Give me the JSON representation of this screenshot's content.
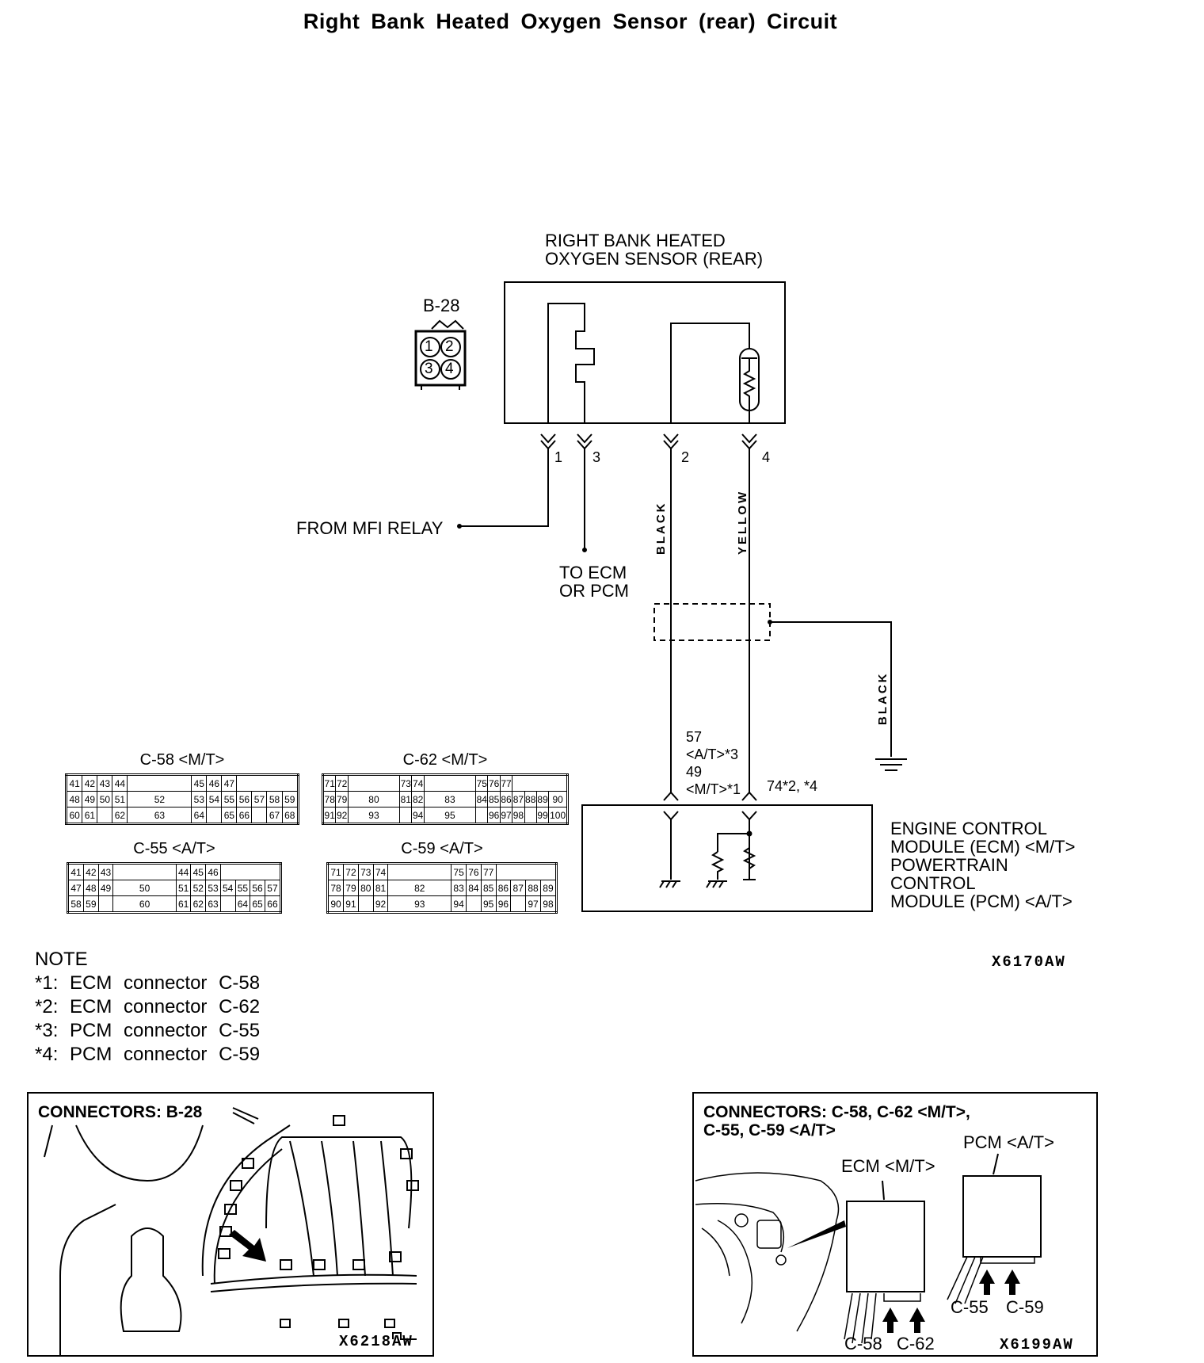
{
  "title": "Right Bank Heated Oxygen Sensor (rear) Circuit",
  "sensor": {
    "label_line1": "RIGHT BANK HEATED",
    "label_line2": "OXYGEN SENSOR (REAR)"
  },
  "b28": {
    "label": "B-28",
    "pins": [
      "1",
      "2",
      "3",
      "4"
    ]
  },
  "terminals": {
    "t1": "1",
    "t3": "3",
    "t2": "2",
    "t4": "4"
  },
  "wires": {
    "black": "BLACK",
    "yellow": "YELLOW",
    "ground_black": "BLACK"
  },
  "from_mfi": "FROM MFI RELAY",
  "to_ecm_line1": "TO ECM",
  "to_ecm_line2": "OR PCM",
  "ecm_pins": {
    "p57": "57",
    "p57_sub": "<A/T>*3",
    "p49": "49",
    "p49_sub": "<M/T>*1",
    "p74": "74*2, *4"
  },
  "ecm_label": [
    "ENGINE CONTROL",
    "MODULE (ECM) <M/T>",
    "POWERTRAIN",
    "CONTROL",
    "MODULE (PCM) <A/T>"
  ],
  "diagram_code": "X6170AW",
  "connectors": {
    "c58": {
      "label": "C-58 <M/T>",
      "rows": [
        [
          "41",
          "42",
          "43",
          "44",
          "",
          "45",
          "46",
          "47"
        ],
        [
          "48",
          "49",
          "50",
          "51",
          "52",
          "53",
          "54",
          "55",
          "56",
          "57",
          "58",
          "59"
        ],
        [
          "60",
          "61",
          "",
          "62",
          "63",
          "64",
          "",
          "65",
          "66",
          "",
          "67",
          "68"
        ]
      ]
    },
    "c62": {
      "label": "C-62 <M/T>",
      "rows": [
        [
          "71",
          "72",
          "",
          "73",
          "74",
          "",
          "75",
          "76",
          "77"
        ],
        [
          "78",
          "79",
          "80",
          "81",
          "82",
          "83",
          "84",
          "85",
          "86",
          "87",
          "88",
          "89",
          "90"
        ],
        [
          "91",
          "92",
          "93",
          "",
          "94",
          "95",
          "",
          "96",
          "97",
          "98",
          "",
          "99",
          "100"
        ]
      ]
    },
    "c55": {
      "label": "C-55 <A/T>",
      "rows": [
        [
          "41",
          "42",
          "43",
          "",
          "44",
          "45",
          "46"
        ],
        [
          "47",
          "48",
          "49",
          "50",
          "51",
          "52",
          "53",
          "54",
          "55",
          "56",
          "57"
        ],
        [
          "58",
          "59",
          "",
          "60",
          "61",
          "62",
          "63",
          "",
          "64",
          "65",
          "66"
        ]
      ]
    },
    "c59": {
      "label": "C-59 <A/T>",
      "rows": [
        [
          "71",
          "72",
          "73",
          "74",
          "",
          "75",
          "76",
          "77"
        ],
        [
          "78",
          "79",
          "80",
          "81",
          "82",
          "83",
          "84",
          "85",
          "86",
          "87",
          "88",
          "89"
        ],
        [
          "90",
          "91",
          "",
          "92",
          "93",
          "94",
          "",
          "95",
          "96",
          "",
          "97",
          "98"
        ]
      ]
    }
  },
  "note": {
    "heading": "NOTE",
    "items": [
      "*1:  ECM  connector  C-58",
      "*2:  ECM  connector  C-62",
      "*3:  PCM  connector  C-55",
      "*4:  PCM  connector  C-59"
    ]
  },
  "box_left": {
    "title": "CONNECTORS: B-28",
    "code": "X6218AW"
  },
  "box_right": {
    "title_line1": "CONNECTORS: C-58, C-62 <M/T>,",
    "title_line2": "C-55, C-59 <A/T>",
    "pcm_label": "PCM <A/T>",
    "ecm_label": "ECM <M/T>",
    "c55": "C-55",
    "c59": "C-59",
    "c58": "C-58",
    "c62": "C-62",
    "code": "X6199AW"
  }
}
